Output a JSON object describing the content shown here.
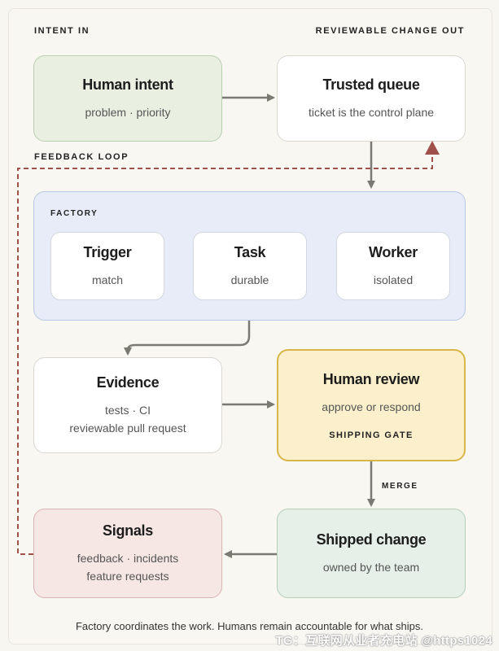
{
  "header": {
    "left_label": "INTENT IN",
    "right_label": "REVIEWABLE CHANGE OUT",
    "feedback_label": "FEEDBACK LOOP"
  },
  "nodes": {
    "human_intent": {
      "title": "Human intent",
      "sub": "problem · priority"
    },
    "trusted_queue": {
      "title": "Trusted queue",
      "sub": "ticket is the control plane"
    },
    "factory": {
      "label": "FACTORY",
      "trigger": {
        "title": "Trigger",
        "sub": "match"
      },
      "task": {
        "title": "Task",
        "sub": "durable"
      },
      "worker": {
        "title": "Worker",
        "sub": "isolated"
      }
    },
    "evidence": {
      "title": "Evidence",
      "sub1": "tests · CI",
      "sub2": "reviewable pull request"
    },
    "human_review": {
      "title": "Human review",
      "sub": "approve or respond",
      "gate": "SHIPPING GATE"
    },
    "merge_label": "MERGE",
    "shipped_change": {
      "title": "Shipped change",
      "sub": "owned by the team"
    },
    "signals": {
      "title": "Signals",
      "sub1": "feedback · incidents",
      "sub2": "feature requests"
    }
  },
  "footer": "Factory coordinates the work. Humans remain accountable for what ships.",
  "watermark": "TG：互联网从业者充电站 @https1024",
  "colors": {
    "arrow": "#7a7a72",
    "feedback": "#a0504a"
  }
}
